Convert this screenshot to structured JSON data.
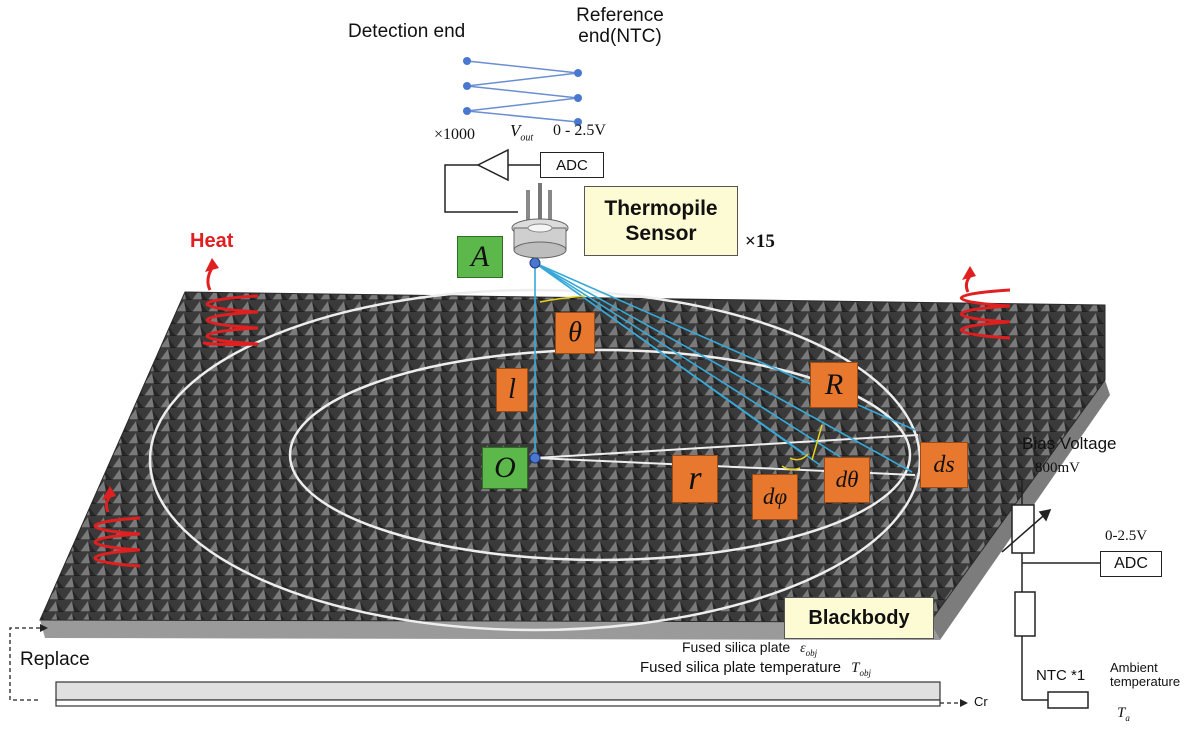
{
  "labels": {
    "detection_end": "Detection end",
    "reference_end": "Reference end(NTC)",
    "gain": "×1000",
    "vout": "V",
    "vout_sub": "out",
    "range_top": "0 - 2.5V",
    "adc_top": "ADC",
    "thermopile": "Thermopile Sensor",
    "times15": "×15",
    "heat": "Heat",
    "blackbody": "Blackbody",
    "bias_voltage": "Bias Voltage",
    "bias_mv": "800mV",
    "range_right": "0-2.5V",
    "adc_right": "ADC",
    "ntc": "NTC *1",
    "ambient": "Ambient temperature",
    "ta": "T",
    "ta_sub": "a",
    "plate_eps_text": "Fused silica plate",
    "eps": "ε",
    "eps_sub": "obj",
    "plate_temp_text": "Fused silica plate temperature",
    "tobj": "T",
    "tobj_sub": "obj",
    "replace": "Replace",
    "cr": "Cr"
  },
  "symbols": {
    "A": "A",
    "O": "O",
    "theta": "θ",
    "l": "l",
    "R": "R",
    "r": "r",
    "dphi": "dφ",
    "dtheta": "dθ",
    "ds": "ds"
  },
  "colors": {
    "orange": "#e8782e",
    "green": "#5cb84a",
    "cream": "#fdfbd3",
    "heat_red": "#e02020",
    "ray_blue": "#36a9d8",
    "node_blue": "#4a78d0"
  }
}
